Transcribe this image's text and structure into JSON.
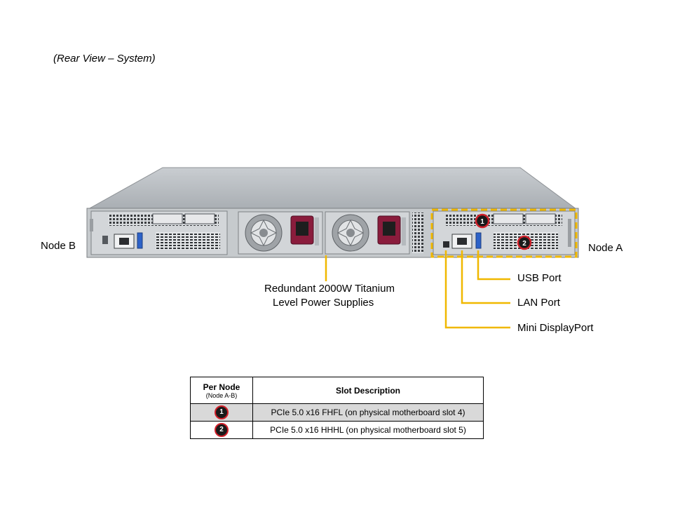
{
  "view_title": "(Rear View – System)",
  "nodes": {
    "node_b": "Node B",
    "node_a": "Node A"
  },
  "callouts": {
    "psu_line1": "Redundant 2000W Titanium",
    "psu_line2": "Level Power Supplies",
    "usb": "USB Port",
    "lan": "LAN Port",
    "mini_dp": "Mini DisplayPort"
  },
  "markers": {
    "marker_1": "1",
    "marker_2": "2"
  },
  "colors": {
    "callout_line": "#f0b800",
    "marker_ring": "#d0202a",
    "chassis": "#b8bcc0",
    "psu_handle": "#8a1c3c"
  },
  "table": {
    "header_col1": "Per Node",
    "header_col1_sub": "(Node A-B)",
    "header_col2": "Slot Description",
    "rows": [
      {
        "num": "1",
        "desc": "PCIe 5.0 x16 FHFL (on physical motherboard slot 4)"
      },
      {
        "num": "2",
        "desc": "PCIe 5.0 x16 HHHL (on physical motherboard slot 5)"
      }
    ]
  }
}
